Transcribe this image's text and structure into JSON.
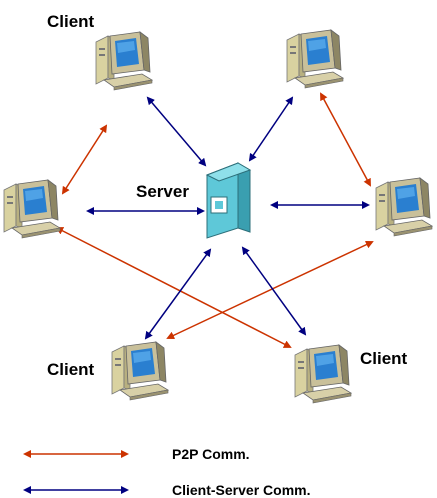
{
  "labels": {
    "client_top_left": "Client",
    "server": "Server",
    "client_bottom_left": "Client",
    "client_bottom_right": "Client"
  },
  "legend": [
    {
      "label": "P2P Comm.",
      "color": "#cc3300"
    },
    {
      "label": "Client-Server Comm.",
      "color": "#000080"
    }
  ],
  "colors": {
    "p2p": "#cc3300",
    "client_server": "#000080",
    "server_body": "#5ec8d8",
    "monitor_screen": "#2a7fd0"
  },
  "icons": {
    "client": "computer-icon",
    "server": "server-icon"
  }
}
